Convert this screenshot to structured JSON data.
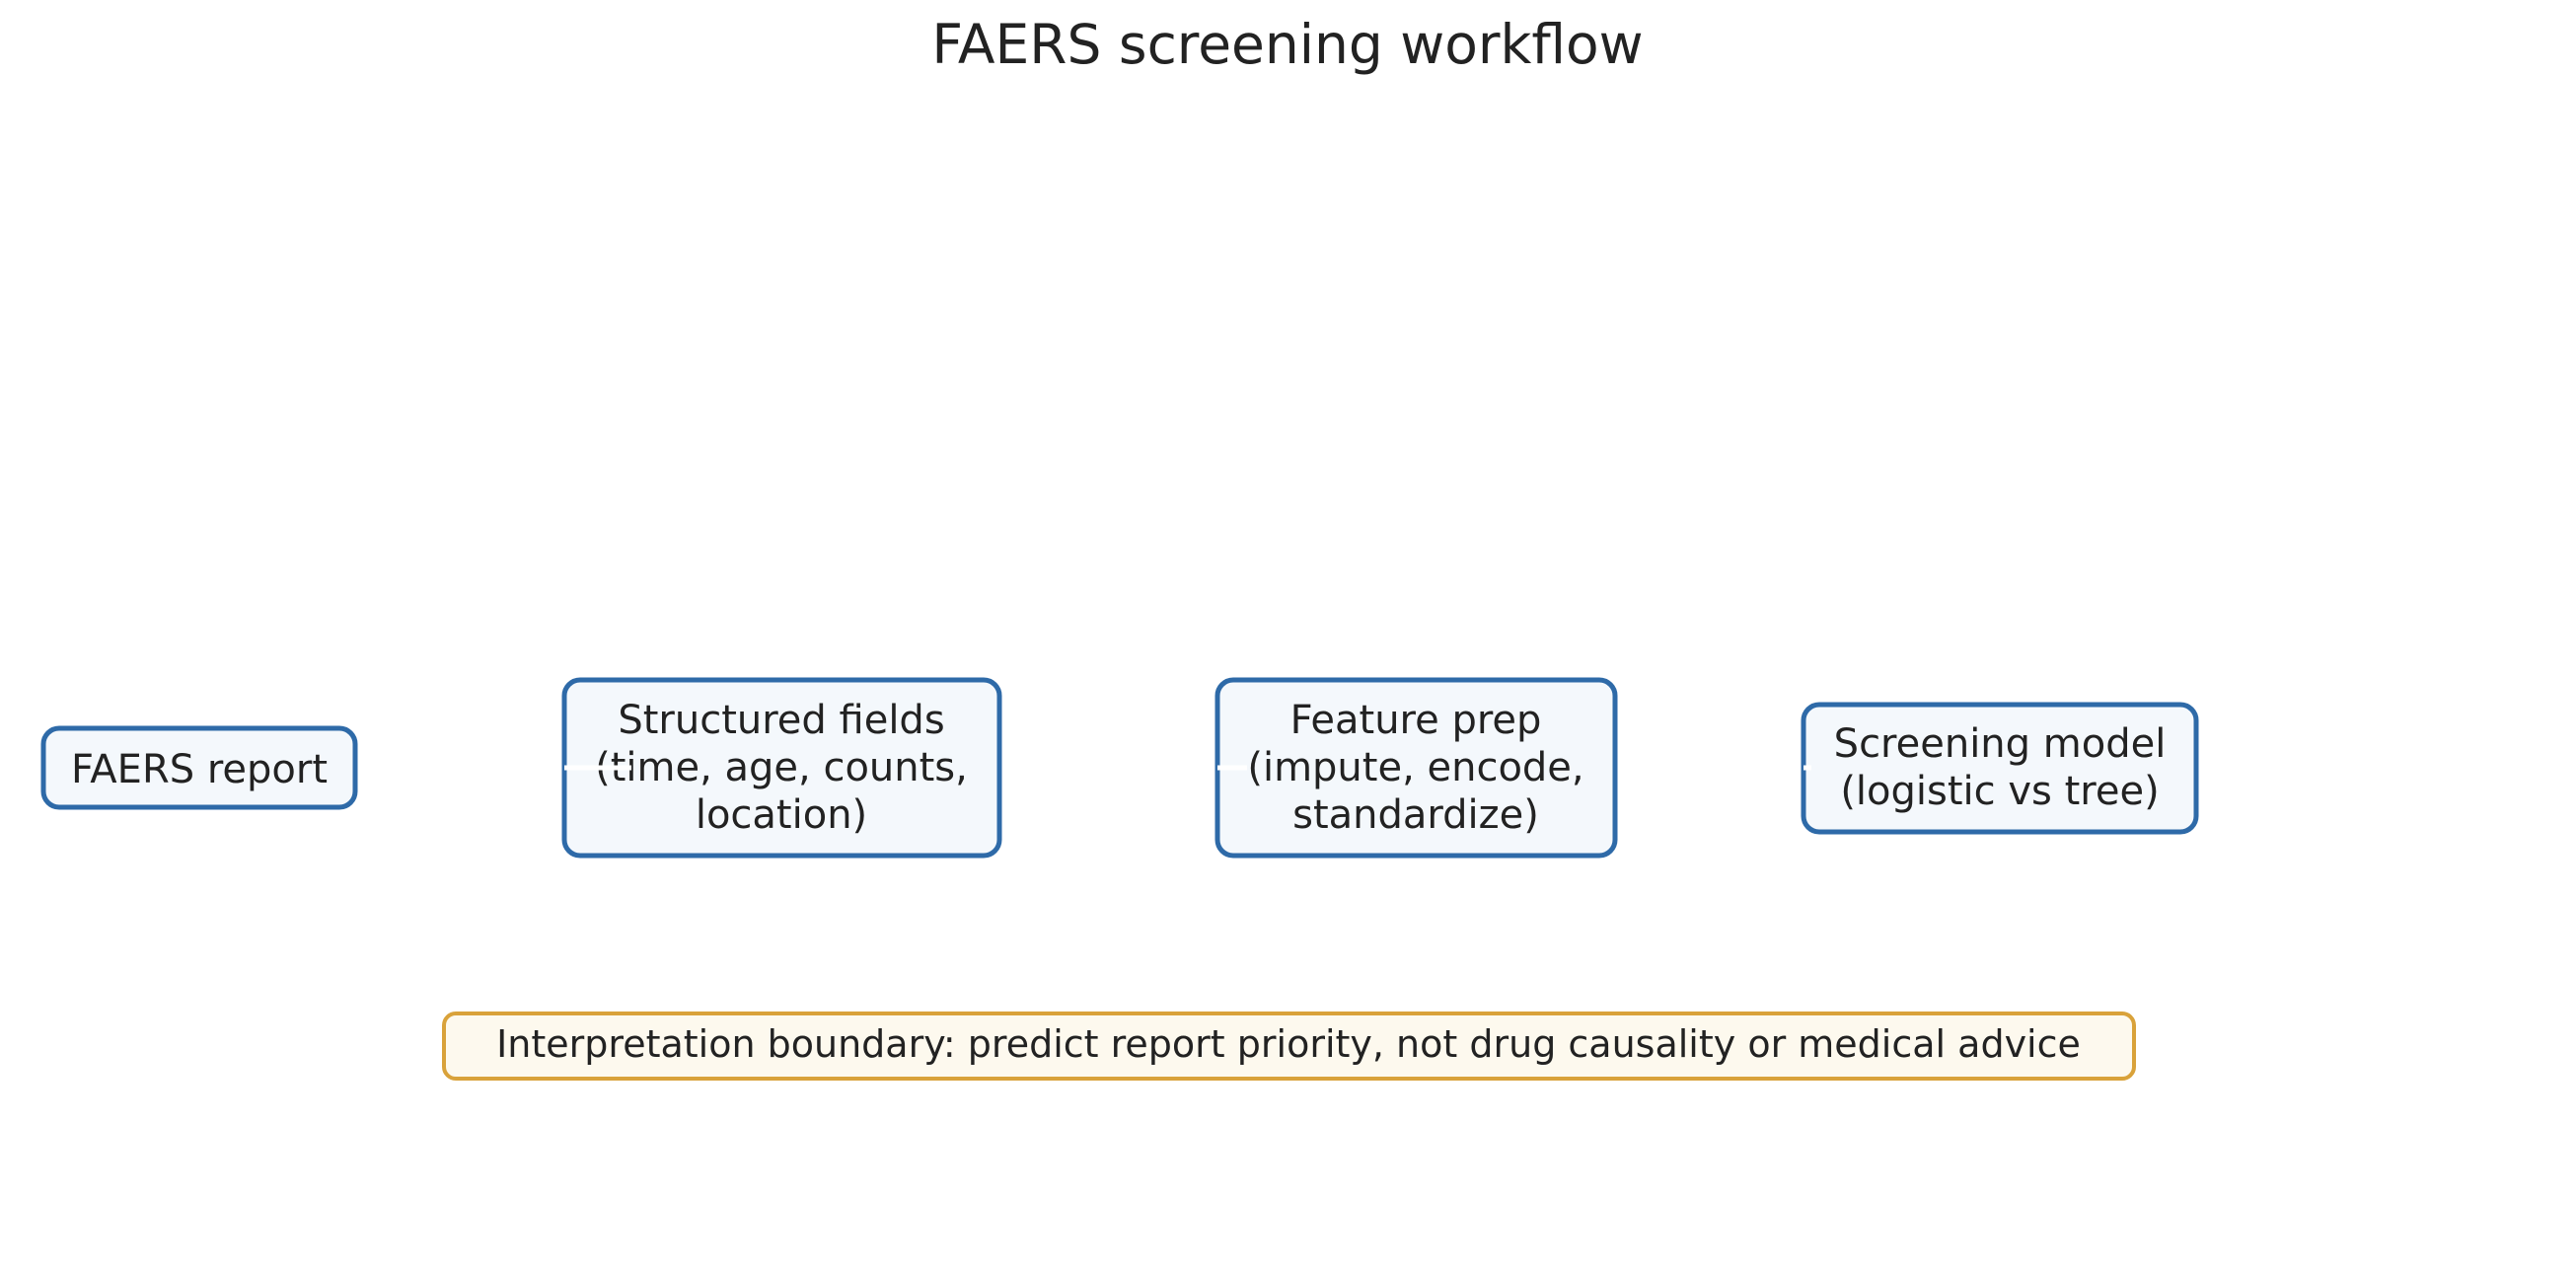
{
  "title": "FAERS screening workflow",
  "colors": {
    "node_border": "#2e6aa8",
    "node_fill": "#f4f8fc",
    "note_border": "#d9a23a",
    "note_fill": "#fdf9ee",
    "text": "#222222"
  },
  "nodes": [
    {
      "id": "faers-report",
      "lines": [
        "FAERS report"
      ]
    },
    {
      "id": "structured-fields",
      "lines": [
        "Structured fields",
        "(time, age, counts,",
        "location)"
      ]
    },
    {
      "id": "feature-prep",
      "lines": [
        "Feature prep",
        "(impute, encode,",
        "standardize)"
      ]
    },
    {
      "id": "screening-model",
      "lines": [
        "Screening model",
        "(logistic vs tree)"
      ]
    }
  ],
  "note": "Interpretation boundary: predict report priority, not drug causality or medical advice"
}
